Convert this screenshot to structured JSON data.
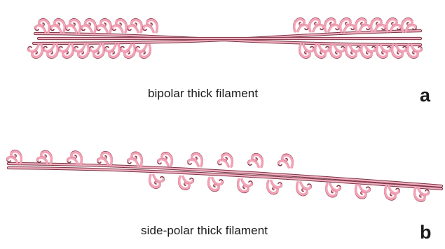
{
  "colors": {
    "head_fill": "#f4a3b6",
    "head_stroke": "#8a3a4e",
    "backbone_fill": "#f2b0c0",
    "backbone_stroke": "#7a3344",
    "text": "#1a1a1a"
  },
  "icons": {
    "myosin_head": "myosin-head-icon",
    "filament_backbone": "filament-backbone-icon"
  },
  "panels": [
    {
      "id": "a",
      "letter": "a",
      "caption": "bipolar thick filament"
    },
    {
      "id": "b",
      "letter": "b",
      "caption": "side-polar thick filament"
    }
  ]
}
